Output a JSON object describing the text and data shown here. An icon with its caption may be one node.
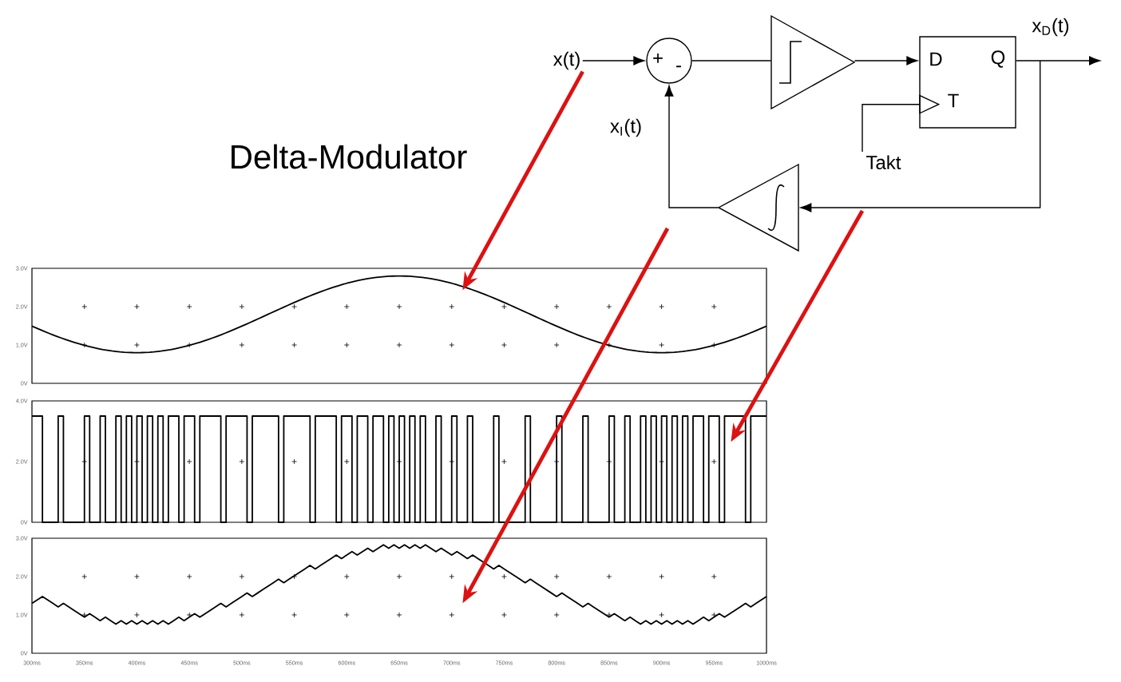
{
  "diagram": {
    "title": "Delta-Modulator",
    "nodes": [
      {
        "text": [
          "x(t)"
        ]
      },
      {
        "text": [
          "+",
          "-"
        ]
      },
      {
        "text": [],
        "shape": "triangle"
      },
      {
        "text": [
          "D",
          "Q",
          "T"
        ]
      },
      {
        "text": [
          "Takt"
        ]
      },
      {
        "text": [],
        "shape": "triangle"
      },
      {
        "text": [],
        "shape": "picture"
      },
      {
        "text": [],
        "shape": "picture"
      },
      {
        "text": [],
        "shape": "picture"
      }
    ],
    "edges": [
      {
        "from": 0,
        "to": 1,
        "arrow": "to"
      },
      {
        "from": 1,
        "to": 2,
        "arrow": "none"
      },
      {
        "from": 2,
        "to": 3,
        "arrow": "to"
      },
      {
        "from": 3,
        "to": null,
        "arrow": "to"
      },
      {
        "from": 3,
        "to": 5,
        "arrow": "to"
      },
      {
        "from": 5,
        "to": 1,
        "arrow": "to"
      },
      {
        "from": 4,
        "to": 3,
        "arrow": "to"
      },
      {
        "from": 0,
        "to": 6,
        "arrow": "to",
        "style": "thick",
        "color": "#dd1111"
      },
      {
        "from": null,
        "to": 8,
        "arrow": "to",
        "style": "thick",
        "color": "#dd1111"
      },
      {
        "from": null,
        "to": 7,
        "arrow": "to",
        "style": "thick",
        "color": "#dd1111"
      }
    ],
    "labels": [
      "x$_{D}$(t)",
      "x$_{I}$(t)",
      "3.0V",
      "2.0V",
      "1.0V",
      "0V",
      "4.0V",
      "2.0V",
      "0V",
      "3.0V",
      "2.0V",
      "1.0V",
      "0V",
      "300ms",
      "350ms",
      "400ms",
      "450ms",
      "500ms",
      "550ms",
      "600ms",
      "650ms",
      "700ms",
      "750ms",
      "800ms",
      "850ms",
      "900ms",
      "950ms",
      "1000ms"
    ]
  }
}
